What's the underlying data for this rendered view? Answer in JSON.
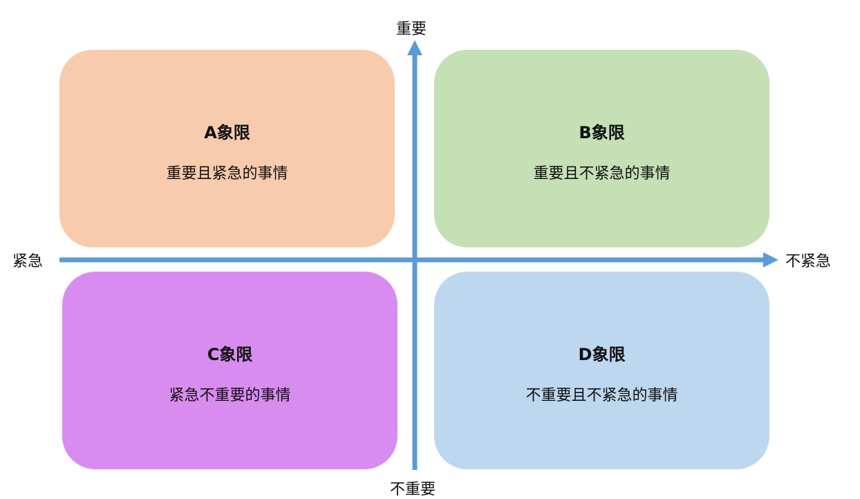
{
  "axes": {
    "top": "重要",
    "bottom": "不重要",
    "left": "紧急",
    "right": "不紧急",
    "color": "#5b9bd5"
  },
  "quadrants": [
    {
      "id": "A",
      "title": "A象限",
      "desc": "重要且紧急的事情",
      "color": "#f8cbad"
    },
    {
      "id": "B",
      "title": "B象限",
      "desc": "重要且不紧急的事情",
      "color": "#c5e0b4"
    },
    {
      "id": "C",
      "title": "C象限",
      "desc": "紧急不重要的事情",
      "color": "#d98cf0"
    },
    {
      "id": "D",
      "title": "D象限",
      "desc": "不重要且不紧急的事情",
      "color": "#bdd7ee"
    }
  ]
}
